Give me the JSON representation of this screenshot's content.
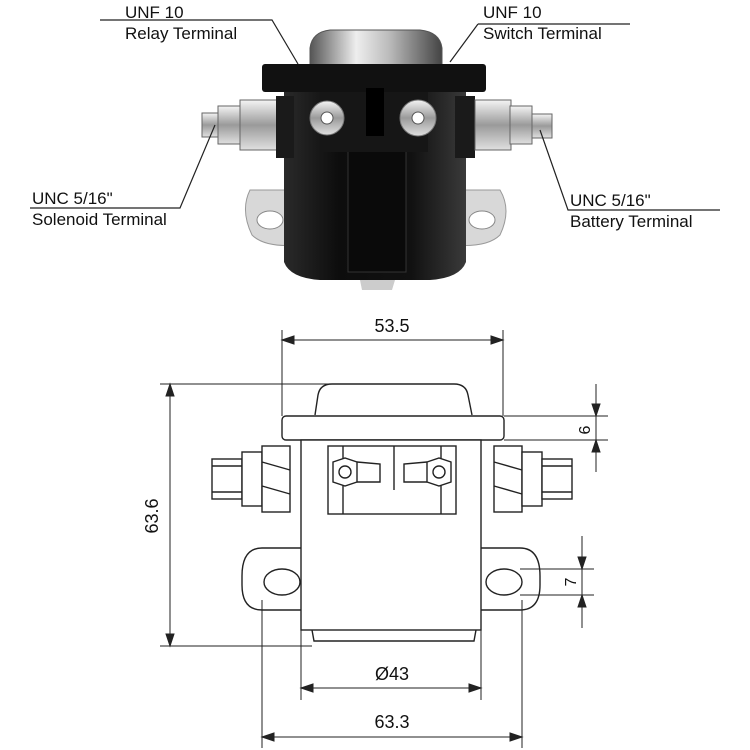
{
  "callouts": {
    "relay": {
      "line1": "UNF 10",
      "line2": "Relay Terminal"
    },
    "switch": {
      "line1": "UNF 10",
      "line2": "Switch Terminal"
    },
    "solenoid": {
      "line1": "UNC 5/16\"",
      "line2": "Solenoid Terminal"
    },
    "battery": {
      "line1": "UNC 5/16\"",
      "line2": "Battery Terminal"
    }
  },
  "dimensions": {
    "top_width": "53.5",
    "height": "63.6",
    "flange": "6",
    "hole": "7",
    "diameter": "Ø43",
    "mount_width": "63.3"
  }
}
